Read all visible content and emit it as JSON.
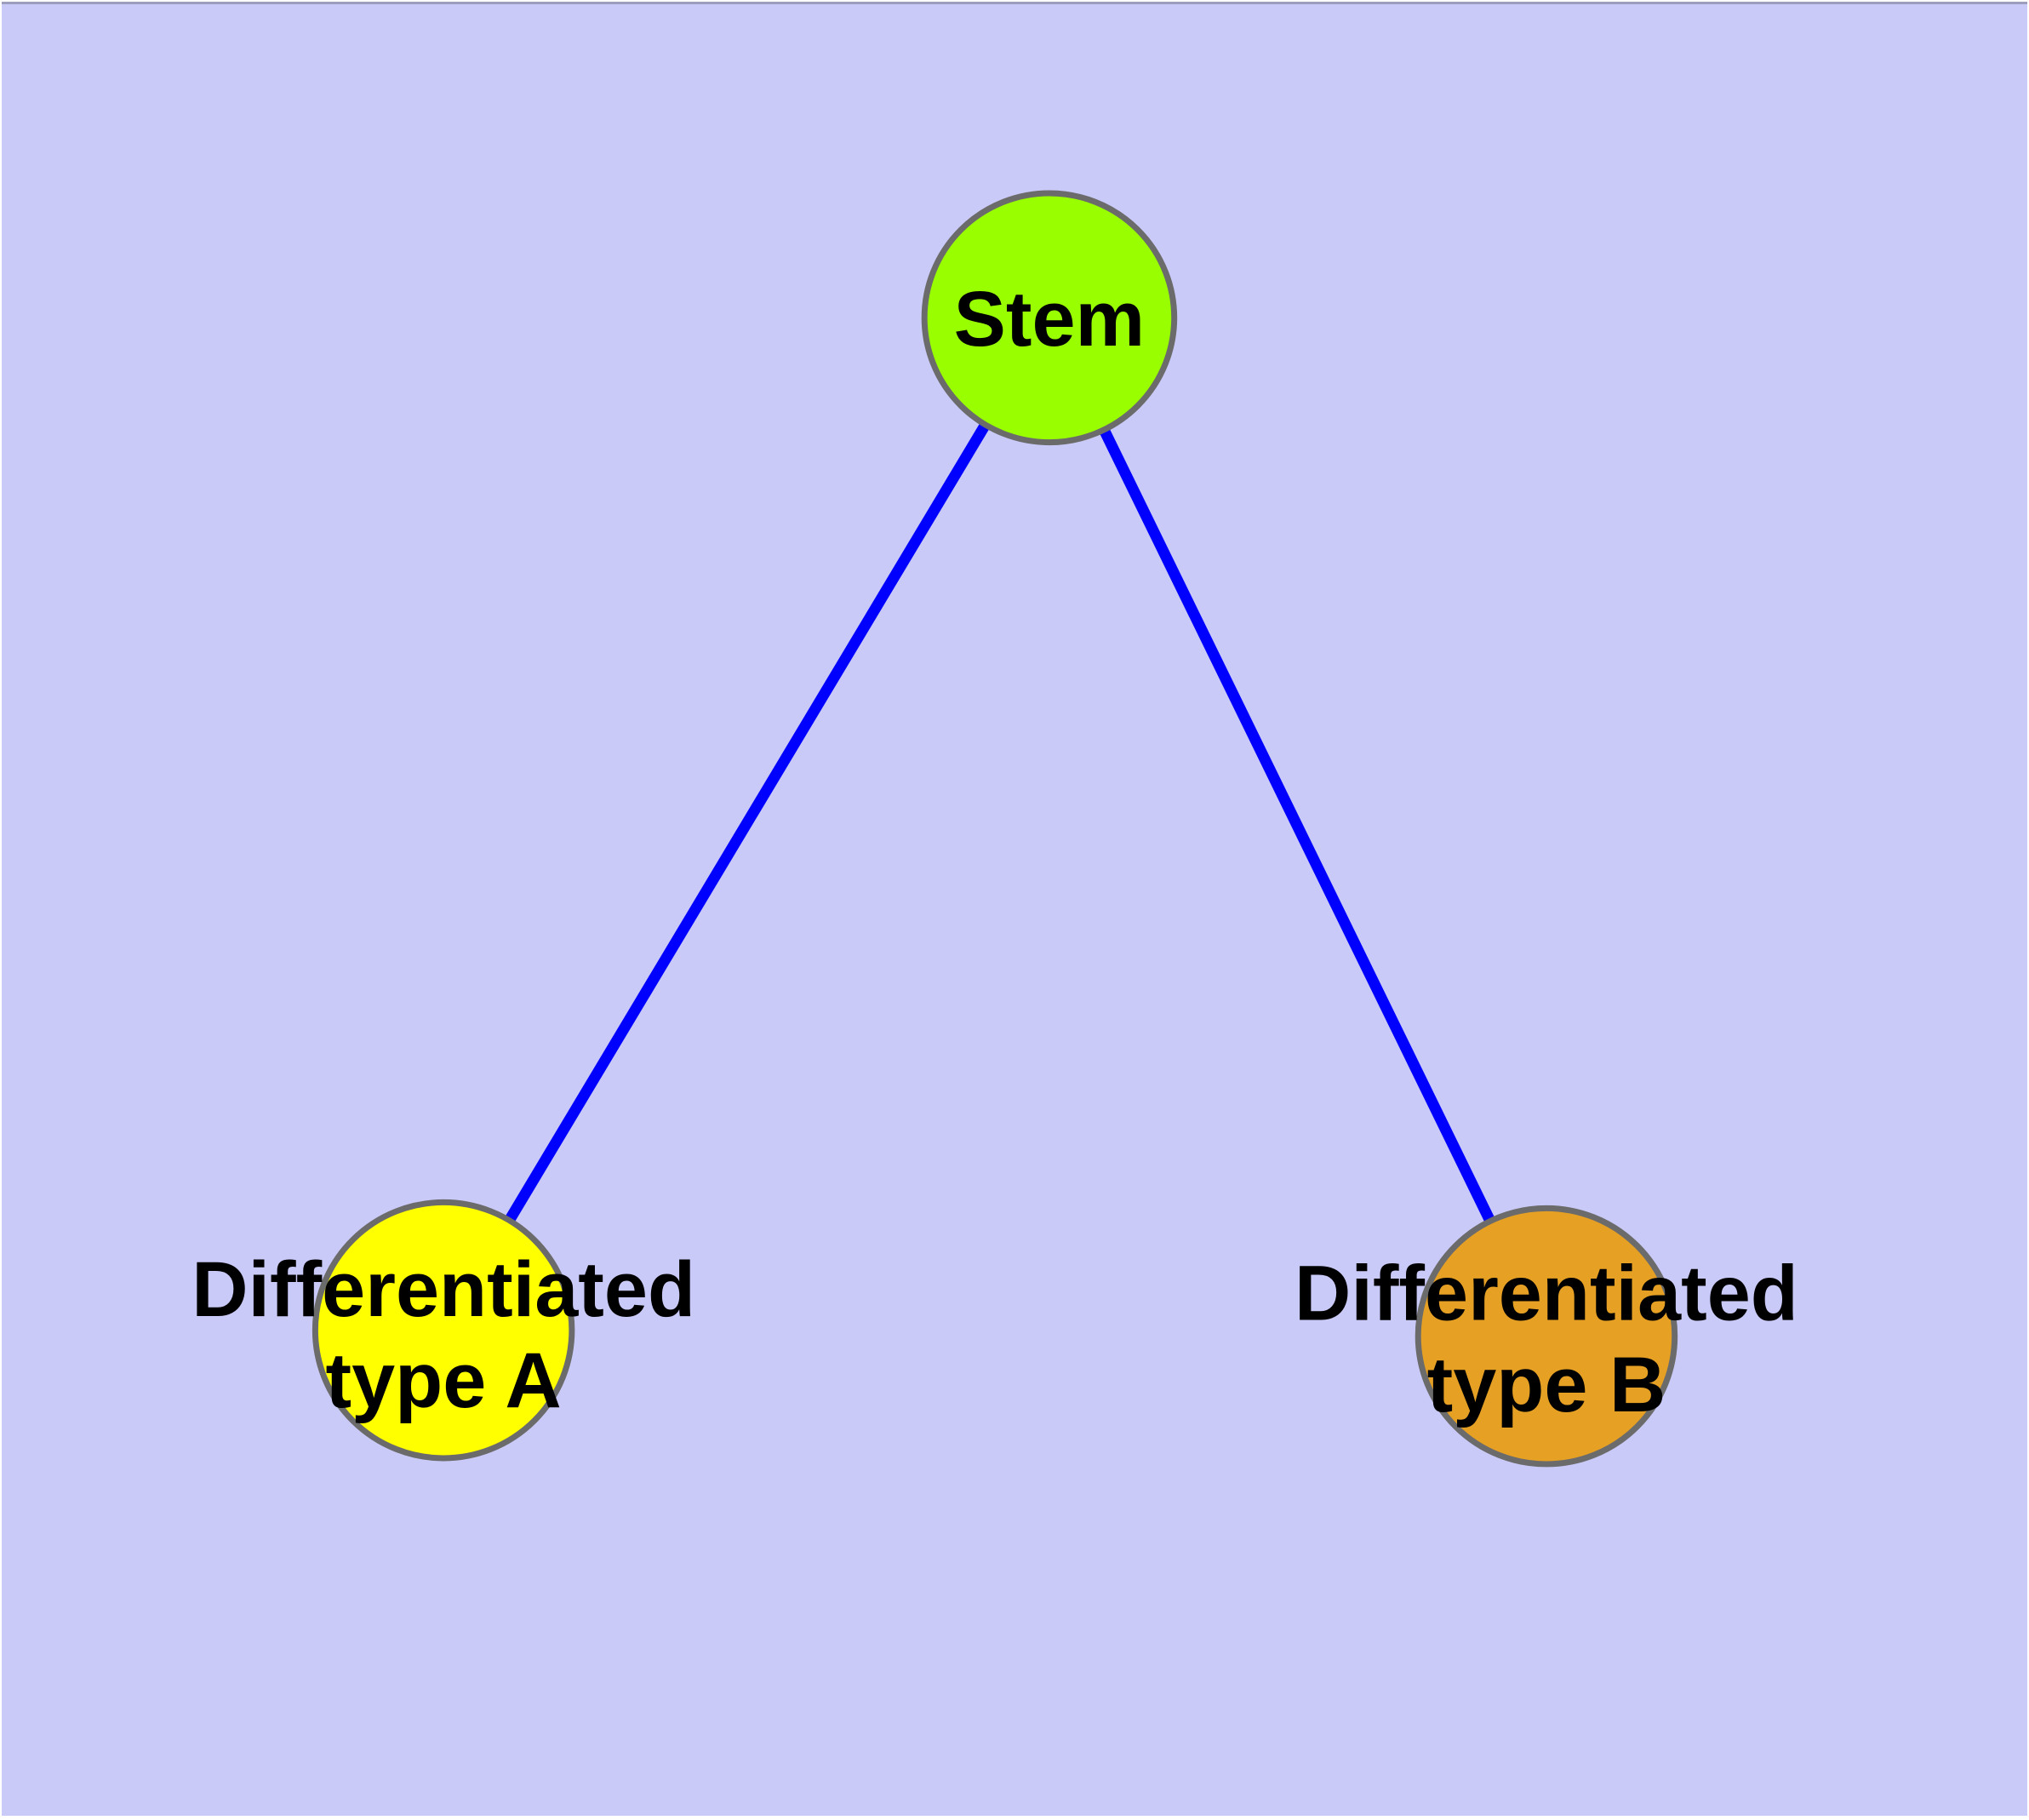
{
  "diagram": {
    "type": "graph",
    "background_color": "#CACAF8",
    "edge_color": "#0000FF",
    "node_border_color": "#6B6B6B",
    "label_color": "#000000",
    "nodes": {
      "stem": {
        "label": "Stem",
        "fill": "#99FF00"
      },
      "type_a": {
        "label_line1": "Differentiated",
        "label_line2": "type A",
        "fill": "#FFFF00"
      },
      "type_b": {
        "label_line1": "Differentiated",
        "label_line2": "type B",
        "fill": "#E6A024"
      }
    },
    "edges": [
      {
        "from": "Stem",
        "to": "Differentiated type A"
      },
      {
        "from": "Stem",
        "to": "Differentiated type B"
      }
    ]
  }
}
